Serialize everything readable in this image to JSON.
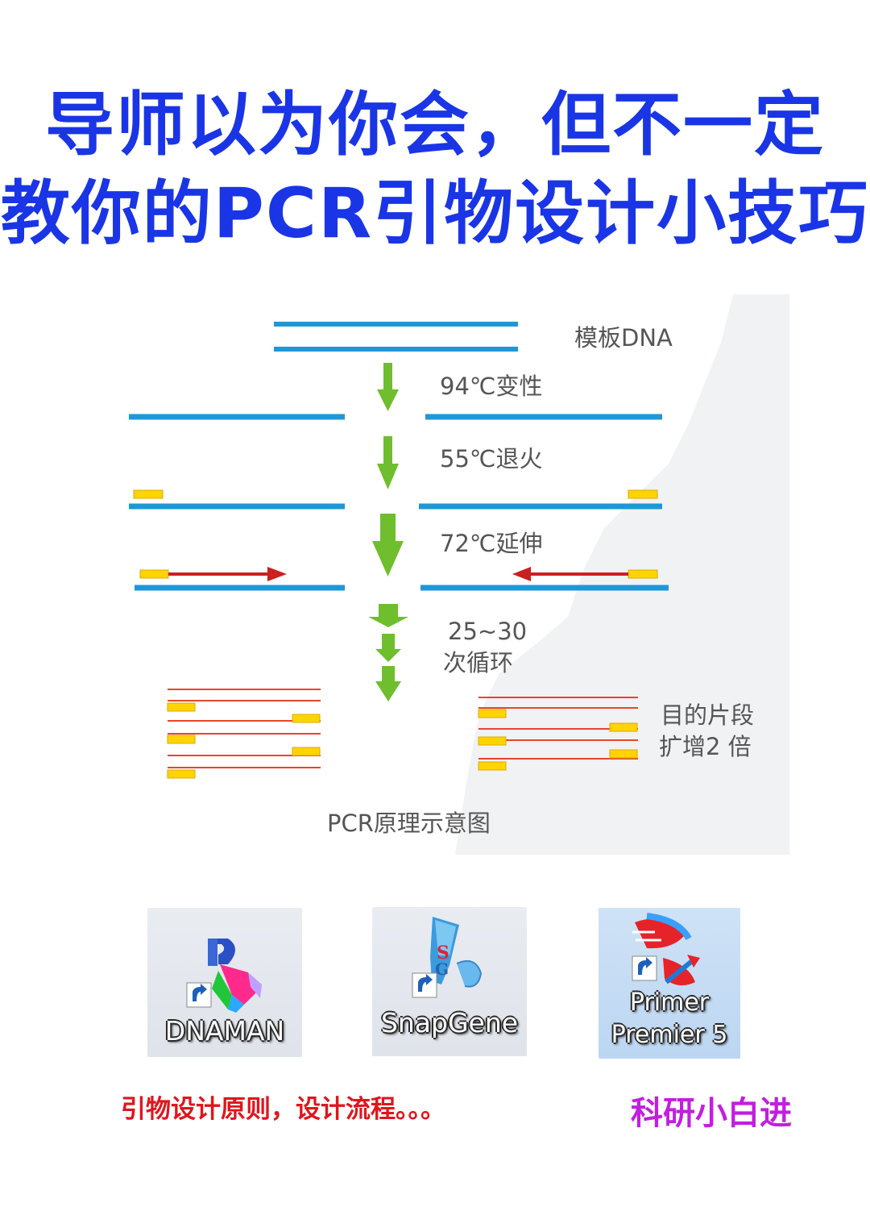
{
  "header": {
    "line1": "导师以为你会，但不一定",
    "line2": "教你的PCR引物设计小技巧"
  },
  "diagram": {
    "labels": {
      "template": "模板DNA",
      "denature": "94℃变性",
      "anneal": "55℃退火",
      "extend": "72℃延伸",
      "cycles_1": "25~30",
      "cycles_2": "次循环",
      "result_1": "目的片段",
      "result_2": "扩增2 倍",
      "caption": "PCR原理示意图"
    },
    "colors": {
      "dna_strand": "#1f97d6",
      "arrow": "#6fbe2e",
      "primer": "#ffd400",
      "extension": "#cc1f1f",
      "product": "#e8452c"
    }
  },
  "software": [
    {
      "name": "DNAMAN",
      "icon": "dnaman-icon",
      "shortcut": true
    },
    {
      "name": "SnapGene",
      "icon": "snapgene-icon",
      "shortcut": true
    },
    {
      "name_line1": "Primer",
      "name_line2": "Premier 5",
      "icon": "primer-premier-icon",
      "shortcut": true,
      "selected": true
    }
  ],
  "footer": {
    "caption": "引物设计原则，设计流程。。。",
    "brand": "科研小白进"
  }
}
